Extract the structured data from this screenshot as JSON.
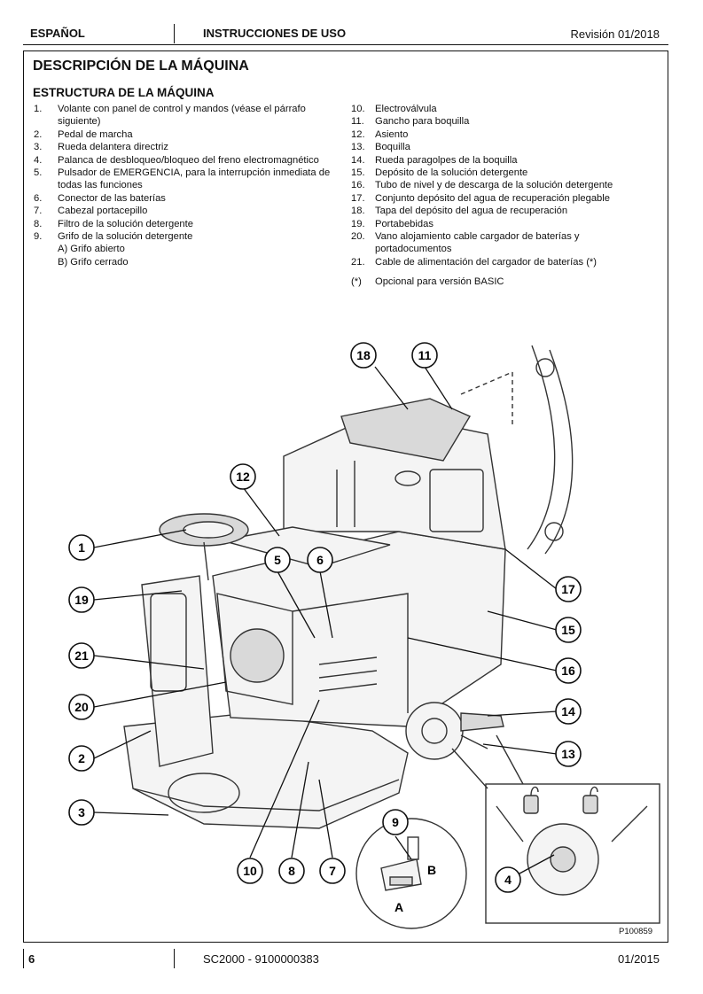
{
  "header": {
    "language": "ESPAÑOL",
    "doc_type": "INSTRUCCIONES DE USO",
    "revision": "Revisión 01/2018"
  },
  "section": {
    "title": "DESCRIPCIÓN DE LA MÁQUINA",
    "subtitle": "ESTRUCTURA DE LA MÁQUINA"
  },
  "items_left": [
    {
      "num": "1.",
      "text": "Volante con panel de control y mandos (véase el párrafo siguiente)"
    },
    {
      "num": "2.",
      "text": "Pedal de marcha"
    },
    {
      "num": "3.",
      "text": "Rueda delantera directriz"
    },
    {
      "num": "4.",
      "text": "Palanca de desbloqueo/bloqueo del freno electromagnético"
    },
    {
      "num": "5.",
      "text": "Pulsador de EMERGENCIA, para la interrupción inmediata de todas las funciones"
    },
    {
      "num": "6.",
      "text": "Conector de las baterías"
    },
    {
      "num": "7.",
      "text": "Cabezal portacepillo"
    },
    {
      "num": "8.",
      "text": "Filtro de la solución detergente"
    },
    {
      "num": "9.",
      "text": "Grifo de la solución detergente"
    }
  ],
  "item9_sub": [
    "A)  Grifo abierto",
    "B)  Grifo cerrado"
  ],
  "items_right": [
    {
      "num": "10.",
      "text": "Electroválvula"
    },
    {
      "num": "11.",
      "text": "Gancho para boquilla"
    },
    {
      "num": "12.",
      "text": "Asiento"
    },
    {
      "num": "13.",
      "text": "Boquilla"
    },
    {
      "num": "14.",
      "text": "Rueda paragolpes de la boquilla"
    },
    {
      "num": "15.",
      "text": "Depósito de la solución detergente"
    },
    {
      "num": "16.",
      "text": "Tubo de nivel y de descarga de la solución detergente"
    },
    {
      "num": "17.",
      "text": "Conjunto depósito del agua de recuperación plegable"
    },
    {
      "num": "18.",
      "text": "Tapa del depósito del agua de recuperación"
    },
    {
      "num": "19.",
      "text": "Portabebidas"
    },
    {
      "num": "20.",
      "text": "Vano alojamiento cable cargador de baterías y portadocumentos"
    },
    {
      "num": "21.",
      "text": "Cable de alimentación del cargador de baterías (*)"
    }
  ],
  "note": {
    "mark": "(*)",
    "text": "Opcional para versión BASIC"
  },
  "figure": {
    "callouts": {
      "c18": "18",
      "c11": "11",
      "c12": "12",
      "c1": "1",
      "c5": "5",
      "c6": "6",
      "c17": "17",
      "c19": "19",
      "c15": "15",
      "c21": "21",
      "c16": "16",
      "c20": "20",
      "c14": "14",
      "c2": "2",
      "c13": "13",
      "c3": "3",
      "c9": "9",
      "c10": "10",
      "c8": "8",
      "c7": "7",
      "c4": "4"
    },
    "tap_labels": {
      "a": "A",
      "b": "B"
    },
    "code": "P100859"
  },
  "footer": {
    "page": "6",
    "model": "SC2000 - 9100000383",
    "date": "01/2015"
  }
}
